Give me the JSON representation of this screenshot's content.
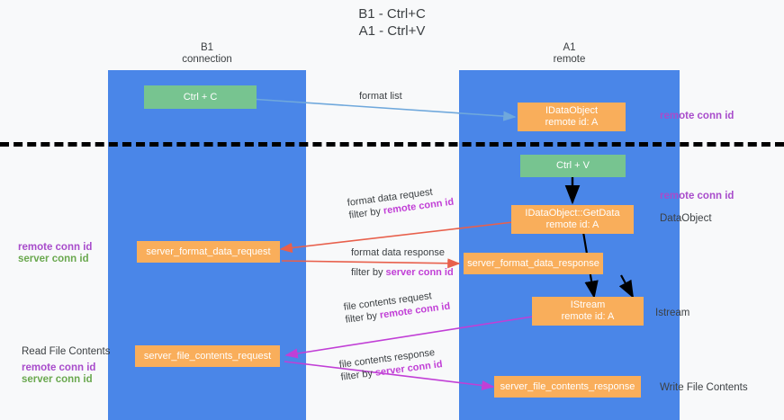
{
  "title": {
    "line1": "B1 - Ctrl+C",
    "line2": "A1 - Ctrl+V"
  },
  "lanes": [
    {
      "id": "b1",
      "name": "B1",
      "role": "connection",
      "color": "#4a86e8"
    },
    {
      "id": "a1",
      "name": "A1",
      "role": "remote",
      "color": "#4a86e8"
    }
  ],
  "boxes": {
    "ctrl_c": {
      "line1": "Ctrl + C",
      "color": "#77c490"
    },
    "idataobject": {
      "line1": "IDataObject",
      "line2": "remote id: A",
      "color": "#f9ae5b"
    },
    "ctrl_v": {
      "line1": "Ctrl + V",
      "color": "#77c490"
    },
    "getdata": {
      "line1": "IDataObject::GetData",
      "line2": "remote id: A",
      "color": "#f9ae5b"
    },
    "server_format_data_request": {
      "line1": "server_format_data_request",
      "color": "#f9ae5b"
    },
    "server_format_data_response": {
      "line1": "server_format_data_response",
      "color": "#f9ae5b"
    },
    "istream": {
      "line1": "IStream",
      "line2": "remote id: A",
      "color": "#f9ae5b"
    },
    "server_file_contents_request": {
      "line1": "server_file_contents_request",
      "color": "#f9ae5b"
    },
    "server_file_contents_response": {
      "line1": "server_file_contents_response",
      "color": "#f9ae5b"
    }
  },
  "edges": {
    "format_list": {
      "text": "format list"
    },
    "format_data_request": {
      "line1": "format data request",
      "line2_prefix": "filter by ",
      "line2_hl": "remote conn id"
    },
    "format_data_response": {
      "line1": "format data response",
      "line2_prefix": "filter by ",
      "line2_hl": "server conn id"
    },
    "file_contents_request": {
      "line1": "file contents request",
      "line2_prefix": "filter by ",
      "line2_hl": "remote conn id"
    },
    "file_contents_response": {
      "line1": "file contents response",
      "line2_prefix": "filter by ",
      "line2_hl": "server conn id"
    }
  },
  "side_labels": {
    "right_remote_conn_id_top": "remote conn id",
    "right_remote_conn_id_mid": "remote conn id",
    "right_dataobject": "DataObject",
    "right_istream": "Istream",
    "right_write_file_contents": "Write File Contents",
    "left_remote_conn_id_mid": "remote conn id",
    "left_server_conn_id_mid": "server conn id",
    "left_read_file_contents": "Read File Contents",
    "left_remote_conn_id_bot": "remote conn id",
    "left_server_conn_id_bot": "server conn id"
  },
  "colors": {
    "lane": "#4a86e8",
    "green_box": "#77c490",
    "orange_box": "#f9ae5b",
    "purple_text": "#a84ccb",
    "green_text": "#6aa84f",
    "arrow_blue": "#6fa8dc",
    "arrow_red": "#e8604c",
    "arrow_magenta": "#c13fd6",
    "arrow_black": "#000000",
    "background": "#f8f9fa"
  }
}
